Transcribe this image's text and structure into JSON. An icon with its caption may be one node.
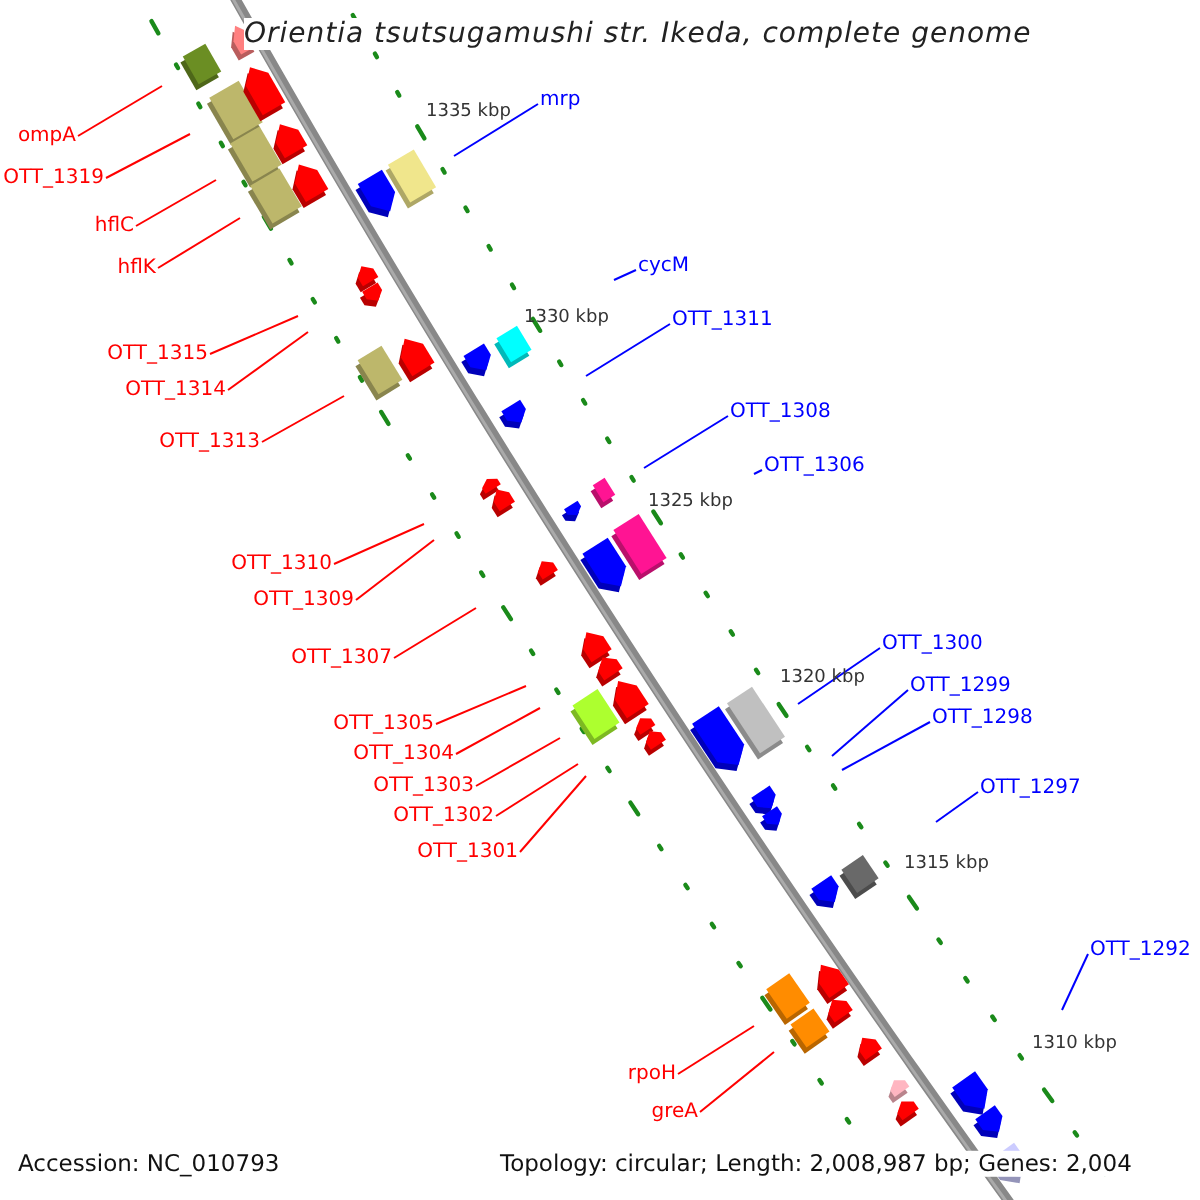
{
  "diagram": {
    "title": "Orientia tsutsugamushi str. Ikeda, complete genome",
    "nodes": [
      {
        "text": [
          "mrp"
        ]
      },
      {
        "text": [
          "ompA"
        ]
      },
      {
        "text": [
          "OTT_1319"
        ]
      },
      {
        "text": [
          "hflC"
        ]
      },
      {
        "text": [
          "cycM"
        ]
      },
      {
        "text": [
          "hflK"
        ]
      },
      {
        "text": [
          "OTT_1311"
        ]
      },
      {
        "text": [
          "OTT_1315"
        ]
      },
      {
        "text": [
          "OTT_1314"
        ]
      },
      {
        "text": [
          "OTT_1308"
        ]
      },
      {
        "text": [
          "OTT_1313"
        ]
      },
      {
        "text": [
          "OTT_1306"
        ]
      },
      {
        "text": [
          "OTT_1310"
        ]
      },
      {
        "text": [
          "OTT_1309"
        ]
      },
      {
        "text": [
          "OTT_1300"
        ]
      },
      {
        "text": [
          "OTT_1307"
        ]
      },
      {
        "text": [
          "OTT_1299"
        ]
      },
      {
        "text": [
          "OTT_1298"
        ]
      },
      {
        "text": [
          "OTT_1305"
        ]
      },
      {
        "text": [
          "OTT_1304"
        ]
      },
      {
        "text": [
          "OTT_1303"
        ]
      },
      {
        "text": [
          "OTT_1297"
        ]
      },
      {
        "text": [
          "OTT_1302"
        ]
      },
      {
        "text": [
          "OTT_1301"
        ]
      },
      {
        "text": [
          "OTT_1292"
        ]
      },
      {
        "text": [
          "rpoH"
        ]
      },
      {
        "text": [
          "greA"
        ]
      }
    ],
    "edges": [
      {
        "from": 0,
        "to": null,
        "arrow": "none",
        "color": "#0000ff"
      },
      {
        "from": 1,
        "to": null,
        "arrow": "none"
      },
      {
        "from": 2,
        "to": null,
        "arrow": "none"
      },
      {
        "from": 3,
        "to": null,
        "arrow": "none"
      },
      {
        "from": 4,
        "to": null,
        "arrow": "none",
        "color": "#0000ff"
      },
      {
        "from": 5,
        "to": null,
        "arrow": "none"
      },
      {
        "from": 6,
        "to": null,
        "arrow": "none",
        "color": "#0000ff"
      },
      {
        "from": 7,
        "to": null,
        "arrow": "none"
      },
      {
        "from": 8,
        "to": null,
        "arrow": "none"
      },
      {
        "from": 9,
        "to": null,
        "arrow": "none",
        "color": "#0000ff"
      },
      {
        "from": 10,
        "to": null,
        "arrow": "none"
      },
      {
        "from": 11,
        "to": null,
        "arrow": "none",
        "color": "#0000ff"
      },
      {
        "from": 12,
        "to": null,
        "arrow": "none"
      },
      {
        "from": 13,
        "to": null,
        "arrow": "none"
      },
      {
        "from": 14,
        "to": null,
        "arrow": "none",
        "color": "#0000ff"
      },
      {
        "from": 15,
        "to": null,
        "arrow": "none"
      },
      {
        "from": 16,
        "to": null,
        "arrow": "none",
        "color": "#0000ff"
      },
      {
        "from": 17,
        "to": null,
        "arrow": "none",
        "color": "#0000ff"
      },
      {
        "from": 18,
        "to": null,
        "arrow": "none"
      },
      {
        "from": 19,
        "to": null,
        "arrow": "none"
      },
      {
        "from": 20,
        "to": null,
        "arrow": "none"
      },
      {
        "from": 21,
        "to": null,
        "arrow": "none",
        "color": "#0000ff"
      },
      {
        "from": 22,
        "to": null,
        "arrow": "none"
      },
      {
        "from": 23,
        "to": null,
        "arrow": "none"
      },
      {
        "from": 24,
        "to": null,
        "arrow": "none",
        "color": "#0000ff"
      },
      {
        "from": 25,
        "to": null,
        "arrow": "none"
      },
      {
        "from": 26,
        "to": null,
        "arrow": "none"
      }
    ],
    "labels": [
      "1335 kbp",
      "1330 kbp",
      "1325 kbp",
      "1320 kbp",
      "1315 kbp",
      "1310 kbp",
      "Accession: NC_010793",
      "Topology: circular; Length: 2,008,987 bp; Genes: 2,004"
    ]
  }
}
